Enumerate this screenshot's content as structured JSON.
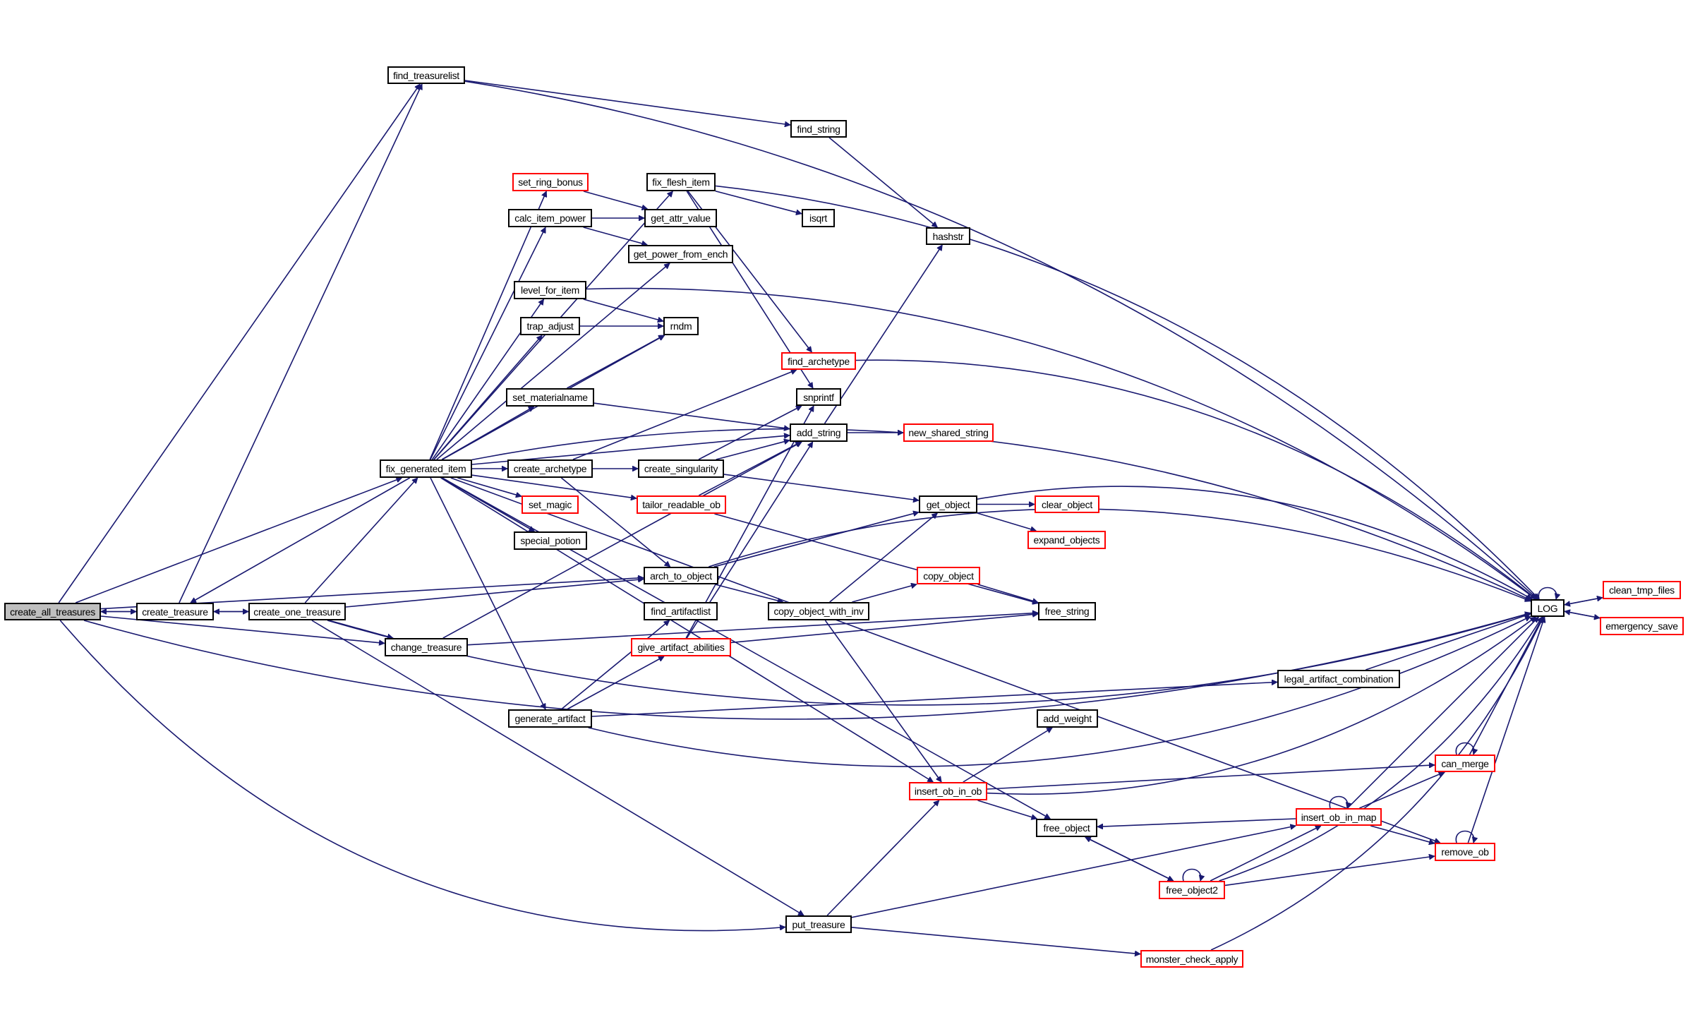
{
  "graph": {
    "title": "create_all_treasures call graph",
    "colors": {
      "edge": "#191970",
      "node_border": "#000000",
      "truncated_border": "#ff0000",
      "root_fill": "#bfbfbf",
      "node_fill": "#ffffff"
    },
    "root": "create_all_treasures",
    "nodes": [
      {
        "id": "create_all_treasures",
        "label": "create_all_treasures",
        "truncated": false,
        "root": true
      },
      {
        "id": "create_treasure",
        "label": "create_treasure",
        "truncated": false
      },
      {
        "id": "create_one_treasure",
        "label": "create_one_treasure",
        "truncated": false
      },
      {
        "id": "change_treasure",
        "label": "change_treasure",
        "truncated": false
      },
      {
        "id": "find_treasurelist",
        "label": "find_treasurelist",
        "truncated": false
      },
      {
        "id": "fix_generated_item",
        "label": "fix_generated_item",
        "truncated": false
      },
      {
        "id": "find_string",
        "label": "find_string",
        "truncated": false
      },
      {
        "id": "hashstr",
        "label": "hashstr",
        "truncated": false
      },
      {
        "id": "set_ring_bonus",
        "label": "set_ring_bonus",
        "truncated": true
      },
      {
        "id": "fix_flesh_item",
        "label": "fix_flesh_item",
        "truncated": false
      },
      {
        "id": "calc_item_power",
        "label": "calc_item_power",
        "truncated": false
      },
      {
        "id": "get_attr_value",
        "label": "get_attr_value",
        "truncated": false
      },
      {
        "id": "isqrt",
        "label": "isqrt",
        "truncated": false
      },
      {
        "id": "get_power_from_ench",
        "label": "get_power_from_ench",
        "truncated": false
      },
      {
        "id": "level_for_item",
        "label": "level_for_item",
        "truncated": false
      },
      {
        "id": "trap_adjust",
        "label": "trap_adjust",
        "truncated": false
      },
      {
        "id": "rndm",
        "label": "rndm",
        "truncated": false
      },
      {
        "id": "find_archetype",
        "label": "find_archetype",
        "truncated": true
      },
      {
        "id": "set_materialname",
        "label": "set_materialname",
        "truncated": false
      },
      {
        "id": "snprintf",
        "label": "snprintf",
        "truncated": false
      },
      {
        "id": "add_string",
        "label": "add_string",
        "truncated": false
      },
      {
        "id": "new_shared_string",
        "label": "new_shared_string",
        "truncated": true
      },
      {
        "id": "create_archetype",
        "label": "create_archetype",
        "truncated": false
      },
      {
        "id": "create_singularity",
        "label": "create_singularity",
        "truncated": false
      },
      {
        "id": "set_magic",
        "label": "set_magic",
        "truncated": true
      },
      {
        "id": "tailor_readable_ob",
        "label": "tailor_readable_ob",
        "truncated": true
      },
      {
        "id": "get_object",
        "label": "get_object",
        "truncated": false
      },
      {
        "id": "clear_object",
        "label": "clear_object",
        "truncated": true
      },
      {
        "id": "expand_objects",
        "label": "expand_objects",
        "truncated": true
      },
      {
        "id": "special_potion",
        "label": "special_potion",
        "truncated": false
      },
      {
        "id": "arch_to_object",
        "label": "arch_to_object",
        "truncated": false
      },
      {
        "id": "copy_object",
        "label": "copy_object",
        "truncated": true
      },
      {
        "id": "find_artifactlist",
        "label": "find_artifactlist",
        "truncated": false
      },
      {
        "id": "copy_object_with_inv",
        "label": "copy_object_with_inv",
        "truncated": false
      },
      {
        "id": "free_string",
        "label": "free_string",
        "truncated": false
      },
      {
        "id": "give_artifact_abilities",
        "label": "give_artifact_abilities",
        "truncated": true
      },
      {
        "id": "LOG",
        "label": "LOG",
        "truncated": false
      },
      {
        "id": "clean_tmp_files",
        "label": "clean_tmp_files",
        "truncated": true
      },
      {
        "id": "emergency_save",
        "label": "emergency_save",
        "truncated": true
      },
      {
        "id": "legal_artifact_combination",
        "label": "legal_artifact_combination",
        "truncated": false
      },
      {
        "id": "generate_artifact",
        "label": "generate_artifact",
        "truncated": false
      },
      {
        "id": "add_weight",
        "label": "add_weight",
        "truncated": false
      },
      {
        "id": "can_merge",
        "label": "can_merge",
        "truncated": true
      },
      {
        "id": "insert_ob_in_ob",
        "label": "insert_ob_in_ob",
        "truncated": true
      },
      {
        "id": "insert_ob_in_map",
        "label": "insert_ob_in_map",
        "truncated": true
      },
      {
        "id": "free_object",
        "label": "free_object",
        "truncated": false
      },
      {
        "id": "free_object2",
        "label": "free_object2",
        "truncated": true
      },
      {
        "id": "remove_ob",
        "label": "remove_ob",
        "truncated": true
      },
      {
        "id": "put_treasure",
        "label": "put_treasure",
        "truncated": false
      },
      {
        "id": "monster_check_apply",
        "label": "monster_check_apply",
        "truncated": true
      }
    ],
    "edges": [
      [
        "create_all_treasures",
        "create_treasure"
      ],
      [
        "create_treasure",
        "create_all_treasures"
      ],
      [
        "create_treasure",
        "create_one_treasure"
      ],
      [
        "create_one_treasure",
        "create_treasure"
      ],
      [
        "create_all_treasures",
        "find_treasurelist"
      ],
      [
        "create_all_treasures",
        "fix_generated_item"
      ],
      [
        "create_all_treasures",
        "change_treasure"
      ],
      [
        "create_all_treasures",
        "arch_to_object"
      ],
      [
        "create_all_treasures",
        "put_treasure"
      ],
      [
        "create_all_treasures",
        "LOG"
      ],
      [
        "create_treasure",
        "find_treasurelist"
      ],
      [
        "fix_generated_item",
        "create_treasure"
      ],
      [
        "create_one_treasure",
        "fix_generated_item"
      ],
      [
        "create_one_treasure",
        "change_treasure"
      ],
      [
        "create_one_treasure",
        "arch_to_object"
      ],
      [
        "create_one_treasure",
        "put_treasure"
      ],
      [
        "create_one_treasure",
        "LOG"
      ],
      [
        "find_treasurelist",
        "find_string"
      ],
      [
        "find_treasurelist",
        "LOG"
      ],
      [
        "find_string",
        "hashstr"
      ],
      [
        "fix_generated_item",
        "set_ring_bonus"
      ],
      [
        "fix_generated_item",
        "fix_flesh_item"
      ],
      [
        "fix_generated_item",
        "calc_item_power"
      ],
      [
        "fix_generated_item",
        "get_power_from_ench"
      ],
      [
        "fix_generated_item",
        "level_for_item"
      ],
      [
        "fix_generated_item",
        "trap_adjust"
      ],
      [
        "fix_generated_item",
        "rndm"
      ],
      [
        "fix_generated_item",
        "set_materialname"
      ],
      [
        "fix_generated_item",
        "add_string"
      ],
      [
        "fix_generated_item",
        "create_archetype"
      ],
      [
        "fix_generated_item",
        "set_magic"
      ],
      [
        "fix_generated_item",
        "special_potion"
      ],
      [
        "fix_generated_item",
        "tailor_readable_ob"
      ],
      [
        "fix_generated_item",
        "generate_artifact"
      ],
      [
        "fix_generated_item",
        "insert_ob_in_ob"
      ],
      [
        "fix_generated_item",
        "free_object"
      ],
      [
        "fix_generated_item",
        "remove_ob"
      ],
      [
        "fix_generated_item",
        "LOG"
      ],
      [
        "set_ring_bonus",
        "get_attr_value"
      ],
      [
        "calc_item_power",
        "get_attr_value"
      ],
      [
        "calc_item_power",
        "get_power_from_ench"
      ],
      [
        "fix_flesh_item",
        "isqrt"
      ],
      [
        "fix_flesh_item",
        "find_archetype"
      ],
      [
        "fix_flesh_item",
        "snprintf"
      ],
      [
        "fix_flesh_item",
        "LOG"
      ],
      [
        "level_for_item",
        "rndm"
      ],
      [
        "level_for_item",
        "LOG"
      ],
      [
        "trap_adjust",
        "rndm"
      ],
      [
        "set_materialname",
        "rndm"
      ],
      [
        "set_materialname",
        "add_string"
      ],
      [
        "find_archetype",
        "LOG"
      ],
      [
        "add_string",
        "hashstr"
      ],
      [
        "add_string",
        "new_shared_string"
      ],
      [
        "create_archetype",
        "find_archetype"
      ],
      [
        "create_archetype",
        "create_singularity"
      ],
      [
        "create_archetype",
        "arch_to_object"
      ],
      [
        "create_singularity",
        "snprintf"
      ],
      [
        "create_singularity",
        "add_string"
      ],
      [
        "create_singularity",
        "get_object"
      ],
      [
        "tailor_readable_ob",
        "add_string"
      ],
      [
        "tailor_readable_ob",
        "free_string"
      ],
      [
        "get_object",
        "clear_object"
      ],
      [
        "get_object",
        "expand_objects"
      ],
      [
        "get_object",
        "LOG"
      ],
      [
        "arch_to_object",
        "get_object"
      ],
      [
        "arch_to_object",
        "copy_object_with_inv"
      ],
      [
        "arch_to_object",
        "LOG"
      ],
      [
        "copy_object_with_inv",
        "get_object"
      ],
      [
        "copy_object_with_inv",
        "copy_object"
      ],
      [
        "copy_object_with_inv",
        "insert_ob_in_ob"
      ],
      [
        "copy_object",
        "free_string"
      ],
      [
        "change_treasure",
        "add_string"
      ],
      [
        "change_treasure",
        "free_string"
      ],
      [
        "generate_artifact",
        "find_artifactlist"
      ],
      [
        "generate_artifact",
        "give_artifact_abilities"
      ],
      [
        "generate_artifact",
        "legal_artifact_combination"
      ],
      [
        "generate_artifact",
        "LOG"
      ],
      [
        "give_artifact_abilities",
        "snprintf"
      ],
      [
        "give_artifact_abilities",
        "add_string"
      ],
      [
        "give_artifact_abilities",
        "free_string"
      ],
      [
        "legal_artifact_combination",
        "LOG"
      ],
      [
        "LOG",
        "LOG"
      ],
      [
        "LOG",
        "clean_tmp_files"
      ],
      [
        "clean_tmp_files",
        "LOG"
      ],
      [
        "LOG",
        "emergency_save"
      ],
      [
        "emergency_save",
        "LOG"
      ],
      [
        "insert_ob_in_ob",
        "add_weight"
      ],
      [
        "insert_ob_in_ob",
        "can_merge"
      ],
      [
        "insert_ob_in_ob",
        "free_object"
      ],
      [
        "insert_ob_in_ob",
        "LOG"
      ],
      [
        "can_merge",
        "can_merge"
      ],
      [
        "can_merge",
        "LOG"
      ],
      [
        "insert_ob_in_map",
        "insert_ob_in_map"
      ],
      [
        "insert_ob_in_map",
        "can_merge"
      ],
      [
        "insert_ob_in_map",
        "free_object"
      ],
      [
        "insert_ob_in_map",
        "remove_ob"
      ],
      [
        "insert_ob_in_map",
        "LOG"
      ],
      [
        "free_object",
        "free_object2"
      ],
      [
        "free_object2",
        "free_object"
      ],
      [
        "free_object2",
        "free_object2"
      ],
      [
        "free_object2",
        "insert_ob_in_map"
      ],
      [
        "free_object2",
        "remove_ob"
      ],
      [
        "free_object2",
        "LOG"
      ],
      [
        "remove_ob",
        "remove_ob"
      ],
      [
        "remove_ob",
        "LOG"
      ],
      [
        "put_treasure",
        "insert_ob_in_ob"
      ],
      [
        "put_treasure",
        "insert_ob_in_map"
      ],
      [
        "put_treasure",
        "monster_check_apply"
      ],
      [
        "monster_check_apply",
        "LOG"
      ]
    ]
  }
}
